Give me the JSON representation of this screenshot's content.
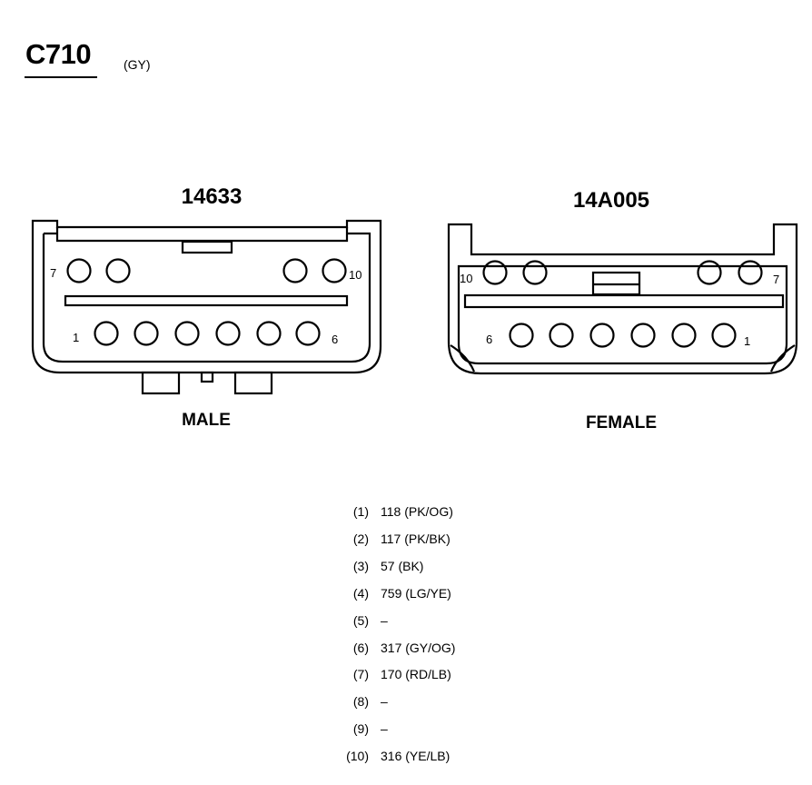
{
  "header": {
    "connector": "C710",
    "color_code": "(GY)"
  },
  "male": {
    "part_number": "14633",
    "label": "MALE",
    "pin_labels": [
      "7",
      "10",
      "1",
      "6"
    ]
  },
  "female": {
    "part_number": "14A005",
    "label": "FEMALE",
    "pin_labels": [
      "10",
      "7",
      "6",
      "1"
    ]
  },
  "pins": [
    {
      "id": "(1)",
      "circuit": "118 (PK/OG)"
    },
    {
      "id": "(2)",
      "circuit": "117 (PK/BK)"
    },
    {
      "id": "(3)",
      "circuit": "57 (BK)"
    },
    {
      "id": "(4)",
      "circuit": "759 (LG/YE)"
    },
    {
      "id": "(5)",
      "circuit": "–"
    },
    {
      "id": "(6)",
      "circuit": "317 (GY/OG)"
    },
    {
      "id": "(7)",
      "circuit": "170 (RD/LB)"
    },
    {
      "id": "(8)",
      "circuit": "–"
    },
    {
      "id": "(9)",
      "circuit": "–"
    },
    {
      "id": "(10)",
      "circuit": "316 (YE/LB)"
    }
  ]
}
